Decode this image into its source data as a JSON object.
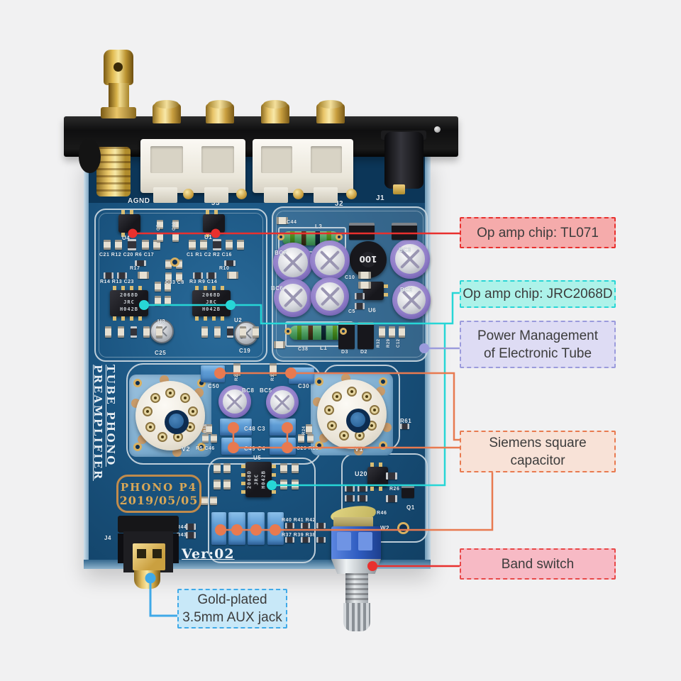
{
  "colors": {
    "page_background": "#f1f1f2",
    "pcb_blue": "#1a5480",
    "silkscreen_white": "#c6d4dd",
    "film_capacitor_blue": "#5d9bd4",
    "electrolytic_purple": "#8f7cc8",
    "gold": "#d8b060",
    "annotation_red": "#e8302e",
    "annotation_cyan": "#27d6d6",
    "annotation_purple": "#9b9bdc",
    "annotation_orange": "#e87a50",
    "annotation_blue": "#3fa9e8",
    "callout_text": "#3c3c3c"
  },
  "callouts": [
    {
      "name": "op-amp-tl071",
      "lines": [
        "Op amp chip: TL071"
      ],
      "fill": "#f5abab",
      "border": "#e8302e"
    },
    {
      "name": "op-amp-jrc2068d",
      "lines": [
        "Op amp chip: JRC2068D"
      ],
      "fill": "#adf2e9",
      "border": "#27d6d6"
    },
    {
      "name": "power-management",
      "lines": [
        "Power Management",
        "of Electronic Tube"
      ],
      "fill": "#dedcf4",
      "border": "#9b9bdc"
    },
    {
      "name": "siemens-capacitor",
      "lines": [
        "Siemens square",
        "capacitor"
      ],
      "fill": "#f8e2d7",
      "border": "#e87a50"
    },
    {
      "name": "band-switch",
      "lines": [
        "Band switch"
      ],
      "fill": "#f7bac5",
      "border": "#e84848"
    },
    {
      "name": "aux-jack",
      "lines": [
        "Gold-plated",
        "3.5mm AUX jack"
      ],
      "fill": "#c8e8f8",
      "border": "#3fa9e8"
    }
  ],
  "board": {
    "vertical_title": "TUBE PHONO PREAMPLIFIER",
    "stamp_line1": "PHONO P4",
    "stamp_line2": "2019/05/05",
    "version_text": "Ver:02",
    "chip_marking_line1": "2068D",
    "chip_marking_line2": "JRC",
    "chip_marking_line3": "H042B",
    "inductor_marking": "100",
    "ref_labels": [
      "AGND",
      "J3",
      "J2",
      "J1",
      "U4",
      "U1",
      "C21 R12 C20 R6 C17",
      "C1 R1 C2 R2 C16",
      "R17",
      "R10",
      "R14 R13 C23",
      "R3 R9 C14",
      "C33 C8",
      "U3",
      "U2",
      "C25",
      "C19",
      "C44",
      "L3",
      "BC7",
      "BC3",
      "BC6",
      "BC2",
      "C10",
      "C5",
      "U6",
      "C38",
      "L1",
      "D3",
      "D2",
      "C50",
      "C30",
      "BC8",
      "BC5",
      "C48 C3",
      "C49 C4",
      "R5 C46",
      "C29 R16",
      "V2",
      "V1",
      "R61",
      "U5",
      "U20",
      "R26",
      "C28",
      "R46",
      "Q1",
      "W2",
      "R40 R41 R42",
      "R37 R39 R38",
      "R44",
      "R43",
      "J4",
      "R22",
      "R31",
      "R18",
      "R24",
      "C7",
      "C32",
      "R32",
      "R29",
      "C12"
    ]
  }
}
